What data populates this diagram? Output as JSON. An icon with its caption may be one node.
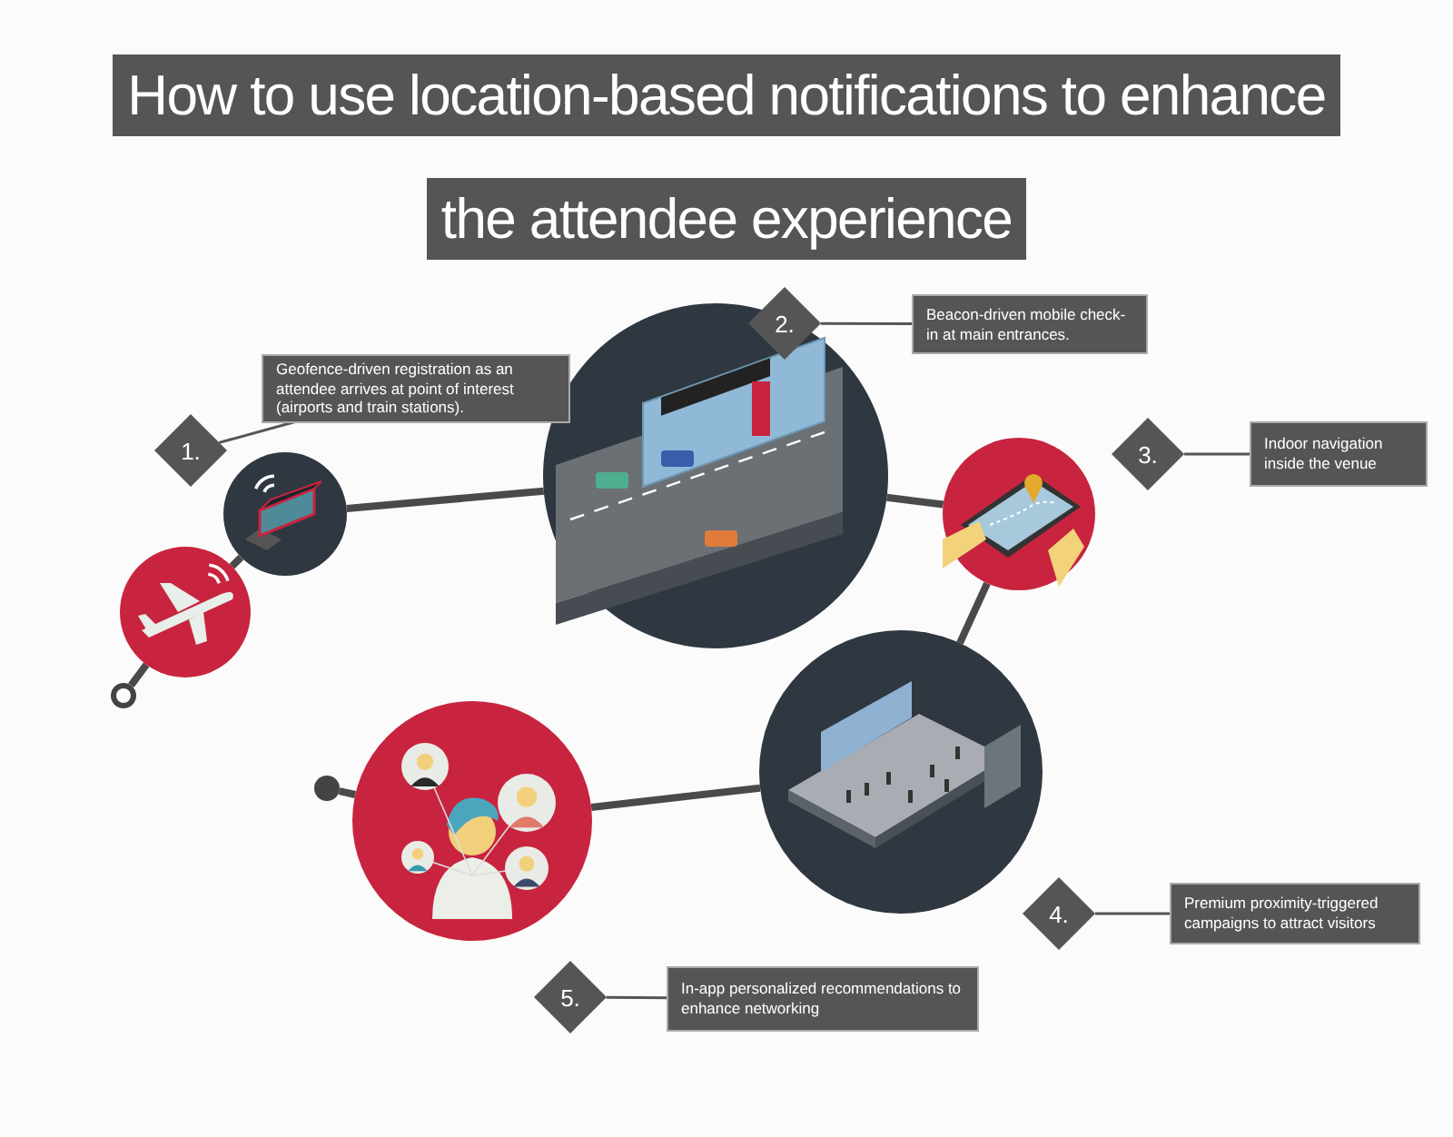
{
  "diagram": {
    "title": "How to use location-based notifications to enhance the attendee experience",
    "nodes": [
      {
        "text": [],
        "shape": "circle"
      },
      {
        "text": [],
        "shape": "picture"
      },
      {
        "text": [],
        "shape": "picture"
      },
      {
        "text": [],
        "shape": "picture"
      },
      {
        "text": [],
        "shape": "picture"
      },
      {
        "text": [],
        "shape": "picture"
      },
      {
        "text": [],
        "shape": "picture"
      },
      {
        "text": [],
        "shape": "circle"
      },
      {
        "text": [
          "1."
        ]
      },
      {
        "text": [
          "Geofence-driven registration as an attendee arrives at point of interest (airports and train stations)."
        ]
      },
      {
        "text": [
          "2."
        ]
      },
      {
        "text": [
          "Beacon-driven mobile check-in at main entrances."
        ]
      },
      {
        "text": [
          "3."
        ]
      },
      {
        "text": [
          "Indoor navigation inside the venue"
        ]
      },
      {
        "text": [
          "4."
        ]
      },
      {
        "text": [
          "Premium proximity-triggered campaigns to attract visitors"
        ]
      },
      {
        "text": [
          "5."
        ]
      },
      {
        "text": [
          "In-app personalized recommendations to enhance networking"
        ]
      }
    ],
    "edges": [
      {
        "from": 0,
        "to": 1,
        "arrow": "none"
      },
      {
        "from": 1,
        "to": 2,
        "arrow": "none"
      },
      {
        "from": 2,
        "to": 3,
        "arrow": "none"
      },
      {
        "from": 3,
        "to": 4,
        "arrow": "none"
      },
      {
        "from": 4,
        "to": 5,
        "arrow": "none"
      },
      {
        "from": 5,
        "to": 6,
        "arrow": "none"
      },
      {
        "from": 6,
        "to": 7,
        "arrow": "none"
      },
      {
        "from": 8,
        "to": 9,
        "arrow": "none"
      },
      {
        "from": 10,
        "to": 11,
        "arrow": "none"
      },
      {
        "from": 12,
        "to": 13,
        "arrow": "none"
      },
      {
        "from": 14,
        "to": 15,
        "arrow": "none"
      },
      {
        "from": 16,
        "to": 17,
        "arrow": "none"
      }
    ]
  }
}
